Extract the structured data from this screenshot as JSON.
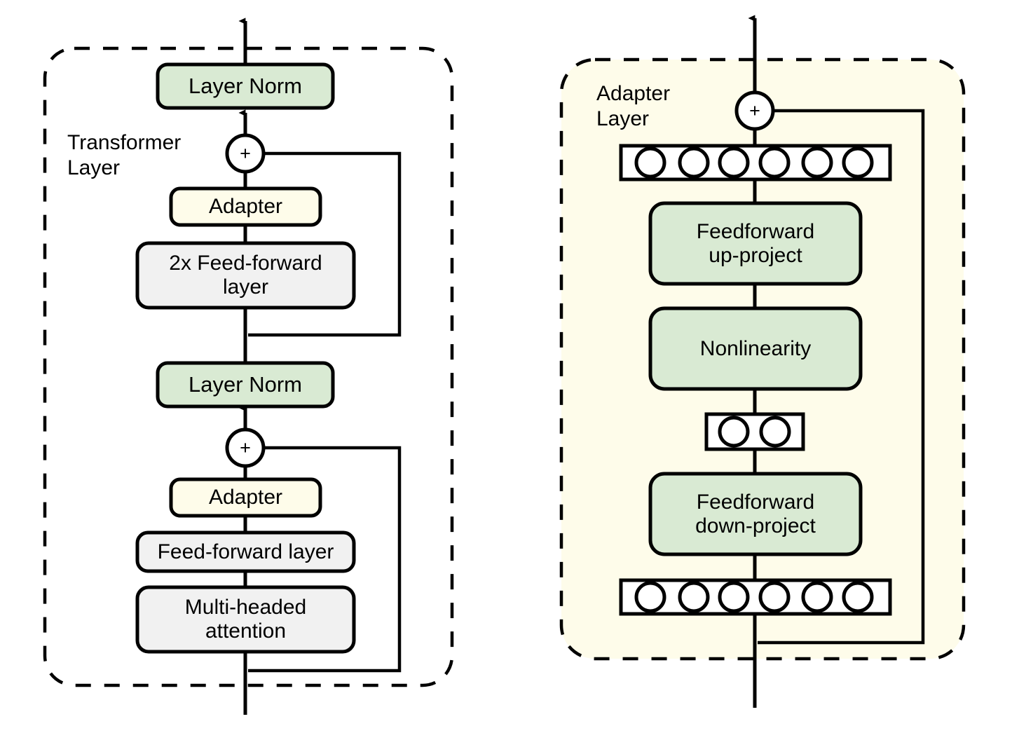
{
  "figure": {
    "title_left": "Transformer Layer",
    "title_right": "Adapter Layer",
    "colors": {
      "green_fill": "#d9ead3",
      "yellow_fill": "#fefcea",
      "gray_fill": "#f1f1f1",
      "white_fill": "#ffffff",
      "stroke": "#000000",
      "page_background": "#ffffff"
    }
  },
  "left_panel": {
    "group_label": "Transformer\nLayer",
    "border_style": "dashed",
    "background": "#ffffff",
    "nodes": [
      {
        "id": "layer-norm-top",
        "label": "Layer Norm",
        "fill": "green",
        "shape": "rounded-rect"
      },
      {
        "id": "add-top",
        "label": "+",
        "fill": "white",
        "shape": "circle"
      },
      {
        "id": "adapter-top",
        "label": "Adapter",
        "fill": "yellow",
        "shape": "rounded-rect"
      },
      {
        "id": "feed-forward-2x",
        "label": "2x Feed-forward layer",
        "fill": "gray",
        "shape": "rounded-rect"
      },
      {
        "id": "layer-norm-bottom",
        "label": "Layer Norm",
        "fill": "green",
        "shape": "rounded-rect"
      },
      {
        "id": "add-bottom",
        "label": "+",
        "fill": "white",
        "shape": "circle"
      },
      {
        "id": "adapter-bottom",
        "label": "Adapter",
        "fill": "yellow",
        "shape": "rounded-rect"
      },
      {
        "id": "feed-forward-layer",
        "label": "Feed-forward layer",
        "fill": "gray",
        "shape": "rounded-rect"
      },
      {
        "id": "multi-headed-attention",
        "label": "Multi-headed attention",
        "fill": "gray",
        "shape": "rounded-rect"
      }
    ],
    "labels": {
      "layer_norm_top": "Layer Norm",
      "plus_top": "+",
      "adapter_top": "Adapter",
      "feed_forward_2x": "2x Feed-forward layer",
      "layer_norm_bottom": "Layer Norm",
      "plus_bottom": "+",
      "adapter_bottom": "Adapter",
      "feed_forward_layer": "Feed-forward layer",
      "multi_headed_attention": "Multi-headed attention"
    }
  },
  "right_panel": {
    "group_label": "Adapter\nLayer",
    "border_style": "dashed",
    "background": "#fefcea",
    "nodes": [
      {
        "id": "add-adapter",
        "label": "+",
        "fill": "white",
        "shape": "circle"
      },
      {
        "id": "neuron-row-top",
        "label": "",
        "fill": "white",
        "shape": "rect",
        "circle_count": 6
      },
      {
        "id": "feedforward-up-project",
        "label": "Feedforward up-project",
        "fill": "green",
        "shape": "rounded-rect"
      },
      {
        "id": "nonlinearity",
        "label": "Nonlinearity",
        "fill": "green",
        "shape": "rounded-rect"
      },
      {
        "id": "neuron-row-middle",
        "label": "",
        "fill": "white",
        "shape": "rect",
        "circle_count": 2
      },
      {
        "id": "feedforward-down-project",
        "label": "Feedforward down-project",
        "fill": "green",
        "shape": "rounded-rect"
      },
      {
        "id": "neuron-row-bottom",
        "label": "",
        "fill": "white",
        "shape": "rect",
        "circle_count": 6
      }
    ],
    "labels": {
      "plus": "+",
      "feedforward_up_project_line1": "Feedforward",
      "feedforward_up_project_line2": "up-project",
      "nonlinearity": "Nonlinearity",
      "feedforward_down_project_line1": "Feedforward",
      "feedforward_down_project_line2": "down-project"
    },
    "neuron_counts": {
      "top_row": 6,
      "middle_row": 2,
      "bottom_row": 6
    }
  }
}
